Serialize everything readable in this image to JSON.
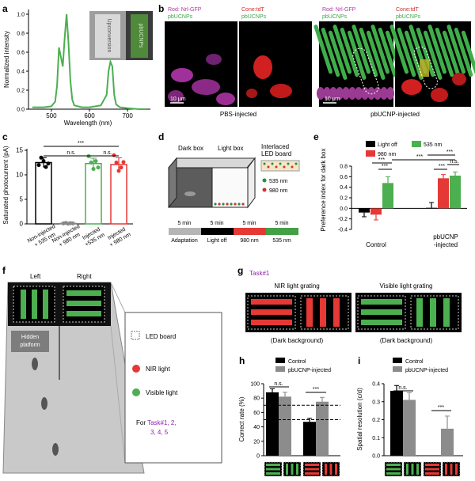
{
  "panels": {
    "a": {
      "letter": "a",
      "ylabel": "Normalized intensity",
      "xlabel": "Wavelength (nm)",
      "yticks": [
        "0.0",
        "0.2",
        "0.4",
        "0.6",
        "0.8",
        "1.0"
      ],
      "xticks": [
        "500",
        "600",
        "700"
      ],
      "inset_label_left": "Upconversion",
      "inset_label_right": "pbUCNPs",
      "color": "#4caf50"
    },
    "b": {
      "letter": "b",
      "rod_label": "Rod: Nrl-GFP",
      "cone_label": "Cone:tdT",
      "ucnp_label": "pbUCNPs",
      "scale": "10 μm",
      "group1": "PBS-injected",
      "group2": "pbUCNP-injected"
    },
    "c": {
      "letter": "c",
      "ylabel": "Saturated photocurrent (pA)",
      "yticks": [
        "0",
        "5",
        "10",
        "15"
      ],
      "categories": [
        "Non-injected\n+ 535 nm",
        "Non-injected\n+ 980 nm",
        "Injected\n+535 nm",
        "Injected\n+ 980 nm"
      ],
      "ns1": "n.s.",
      "ns2": "n.s.",
      "sig": "***"
    },
    "d": {
      "letter": "d",
      "dark_box": "Dark box",
      "light_box": "Light box",
      "board": "Interlaced\nLED board",
      "led1": "535 nm",
      "led2": "980 nm",
      "timeline": [
        {
          "dur": "5 min",
          "label": "Adaptation"
        },
        {
          "dur": "5 min",
          "label": "Light off"
        },
        {
          "dur": "5 min",
          "label": "980 nm"
        },
        {
          "dur": "5 min",
          "label": "535 nm"
        }
      ]
    },
    "e": {
      "letter": "e",
      "ylabel": "Preference index for dark box",
      "yticks": [
        "-0.4",
        "-0.2",
        "0.0",
        "0.2",
        "0.4",
        "0.6",
        "0.8"
      ],
      "legend": [
        "Light off",
        "980 nm",
        "535 nm"
      ],
      "groups": [
        "Control",
        "pbUCNP\n-injected"
      ],
      "sigs": [
        "***",
        "***",
        "***",
        "***",
        "***",
        "n.s."
      ]
    },
    "f": {
      "letter": "f",
      "left": "Left",
      "right": "Right",
      "platform": "Hidden\nplatform",
      "legend": [
        "LED board",
        "NIR light",
        "Visible light"
      ],
      "task_text": "For Task#1, 2,\n3, 4, 5"
    },
    "g": {
      "letter": "g",
      "task": "Task#1",
      "nir": "NIR light grating",
      "vis": "Visible light grating",
      "bg": "(Dark background)"
    },
    "h": {
      "letter": "h",
      "ylabel": "Correct rate (%)",
      "yticks": [
        "0",
        "20",
        "40",
        "60",
        "80",
        "100"
      ],
      "legend": [
        "Control",
        "pbUCNP-injected"
      ],
      "ns": "n.s.",
      "sig": "***"
    },
    "i": {
      "letter": "i",
      "ylabel": "Spatial resolution (c/d)",
      "yticks": [
        "0.0",
        "0.1",
        "0.2",
        "0.3",
        "0.4"
      ],
      "legend": [
        "Control",
        "pbUCNP-injected"
      ],
      "ns": "n.s.",
      "sig": "***"
    }
  },
  "chart_data": [
    {
      "panel": "a",
      "type": "line",
      "xlabel": "Wavelength (nm)",
      "ylabel": "Normalized intensity",
      "ylim": [
        0,
        1.0
      ],
      "xlim": [
        440,
        760
      ],
      "x": [
        450,
        480,
        500,
        510,
        515,
        520,
        525,
        530,
        535,
        540,
        545,
        550,
        555,
        560,
        580,
        600,
        630,
        645,
        650,
        655,
        660,
        665,
        670,
        680,
        700,
        730,
        750
      ],
      "y": [
        0.02,
        0.02,
        0.03,
        0.08,
        0.25,
        0.65,
        0.55,
        0.45,
        0.75,
        1.0,
        0.7,
        0.3,
        0.1,
        0.04,
        0.02,
        0.02,
        0.04,
        0.15,
        0.4,
        0.5,
        0.45,
        0.15,
        0.05,
        0.02,
        0.01,
        0.0,
        0.0
      ]
    },
    {
      "panel": "c",
      "type": "bar",
      "ylabel": "Saturated photocurrent (pA)",
      "ylim": [
        0,
        15
      ],
      "categories": [
        "Non-injected + 535 nm",
        "Non-injected + 980 nm",
        "Injected +535 nm",
        "Injected + 980 nm"
      ],
      "values": [
        12.5,
        0.1,
        12.3,
        12.1
      ],
      "errors": [
        1.0,
        0.1,
        1.1,
        1.4
      ],
      "colors": [
        "#000000",
        "#888888",
        "#4caf50",
        "#e53935"
      ]
    },
    {
      "panel": "e",
      "type": "bar",
      "ylabel": "Preference index for dark box",
      "ylim": [
        -0.4,
        0.8
      ],
      "categories": [
        "Control",
        "pbUCNP-injected"
      ],
      "series": [
        {
          "name": "Light off",
          "values": [
            -0.08,
            0.01
          ],
          "errors": [
            0.08,
            0.1
          ],
          "color": "#000000"
        },
        {
          "name": "980 nm",
          "values": [
            -0.12,
            0.57
          ],
          "errors": [
            0.1,
            0.07
          ],
          "color": "#e53935"
        },
        {
          "name": "535 nm",
          "values": [
            0.48,
            0.62
          ],
          "errors": [
            0.12,
            0.07
          ],
          "color": "#4caf50"
        }
      ]
    },
    {
      "panel": "h",
      "type": "bar",
      "ylabel": "Correct rate (%)",
      "ylim": [
        0,
        100
      ],
      "categories": [
        "Visible grating",
        "NIR grating"
      ],
      "series": [
        {
          "name": "Control",
          "values": [
            88,
            47
          ],
          "errors": [
            5,
            5
          ],
          "color": "#000000"
        },
        {
          "name": "pbUCNP-injected",
          "values": [
            82,
            75
          ],
          "errors": [
            6,
            6
          ],
          "color": "#8c8c8c"
        }
      ],
      "reference_lines": [
        70,
        50
      ]
    },
    {
      "panel": "i",
      "type": "bar",
      "ylabel": "Spatial resolution (c/d)",
      "ylim": [
        0,
        0.4
      ],
      "categories": [
        "Visible grating",
        "NIR grating"
      ],
      "series": [
        {
          "name": "Control",
          "values": [
            0.36,
            0.0
          ],
          "errors": [
            0.03,
            0
          ],
          "color": "#000000"
        },
        {
          "name": "pbUCNP-injected",
          "values": [
            0.31,
            0.15
          ],
          "errors": [
            0.04,
            0.07
          ],
          "color": "#8c8c8c"
        }
      ]
    }
  ]
}
